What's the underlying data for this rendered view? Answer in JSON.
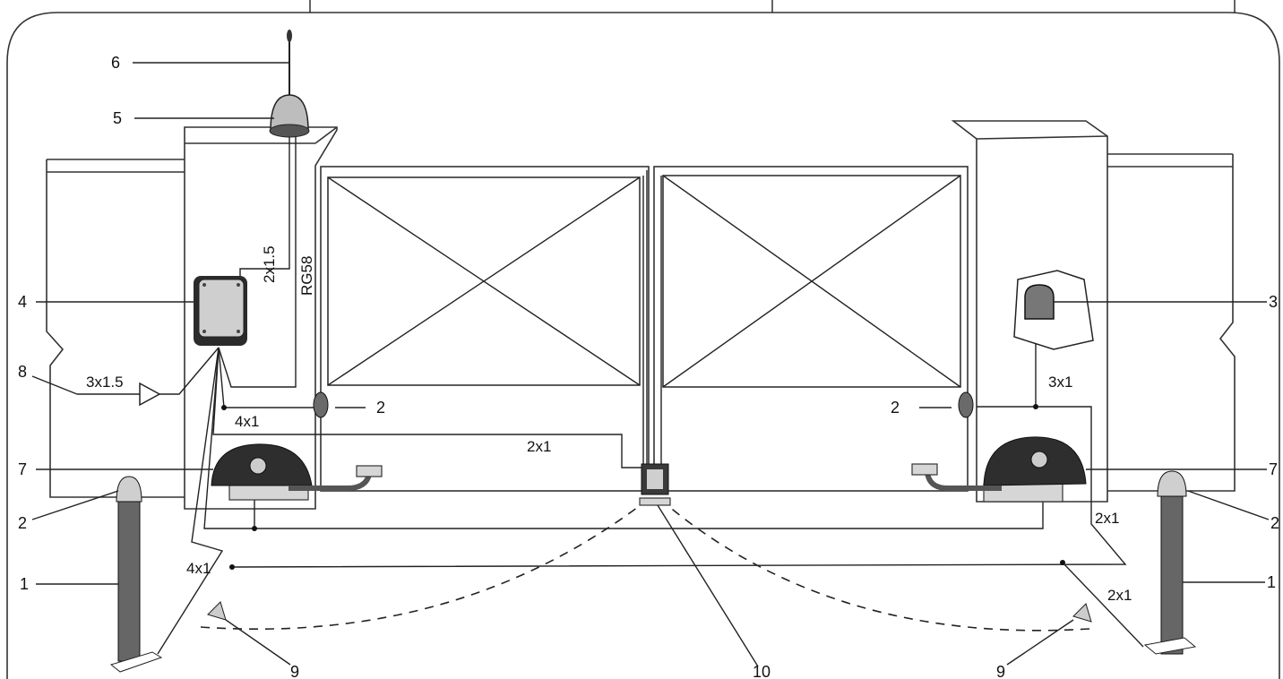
{
  "components": {
    "photocell_column_left": "1",
    "photocell_column_right": "1",
    "photocell_left_gate": "2",
    "photocell_right_gate": "2",
    "photocell_column_top_left": "2",
    "photocell_column_top_right": "2",
    "key_selector": "3",
    "control_unit": "4",
    "flashing_light": "5",
    "antenna": "6",
    "motor_left": "7",
    "motor_right": "7",
    "power_supply": "8",
    "gate_stop_left": "9",
    "gate_stop_right": "9",
    "electric_lock": "10"
  },
  "cables": {
    "flash_cable": "2x1.5",
    "antenna_cable": "RG58",
    "power_cable": "3x1.5",
    "photocell_cable_left": "4x1",
    "lock_cable": "2x1",
    "selector_cable": "3x1",
    "motor_cable_right": "2x1",
    "column_cable_left": "4x1",
    "column_cable_right": "2x1"
  }
}
